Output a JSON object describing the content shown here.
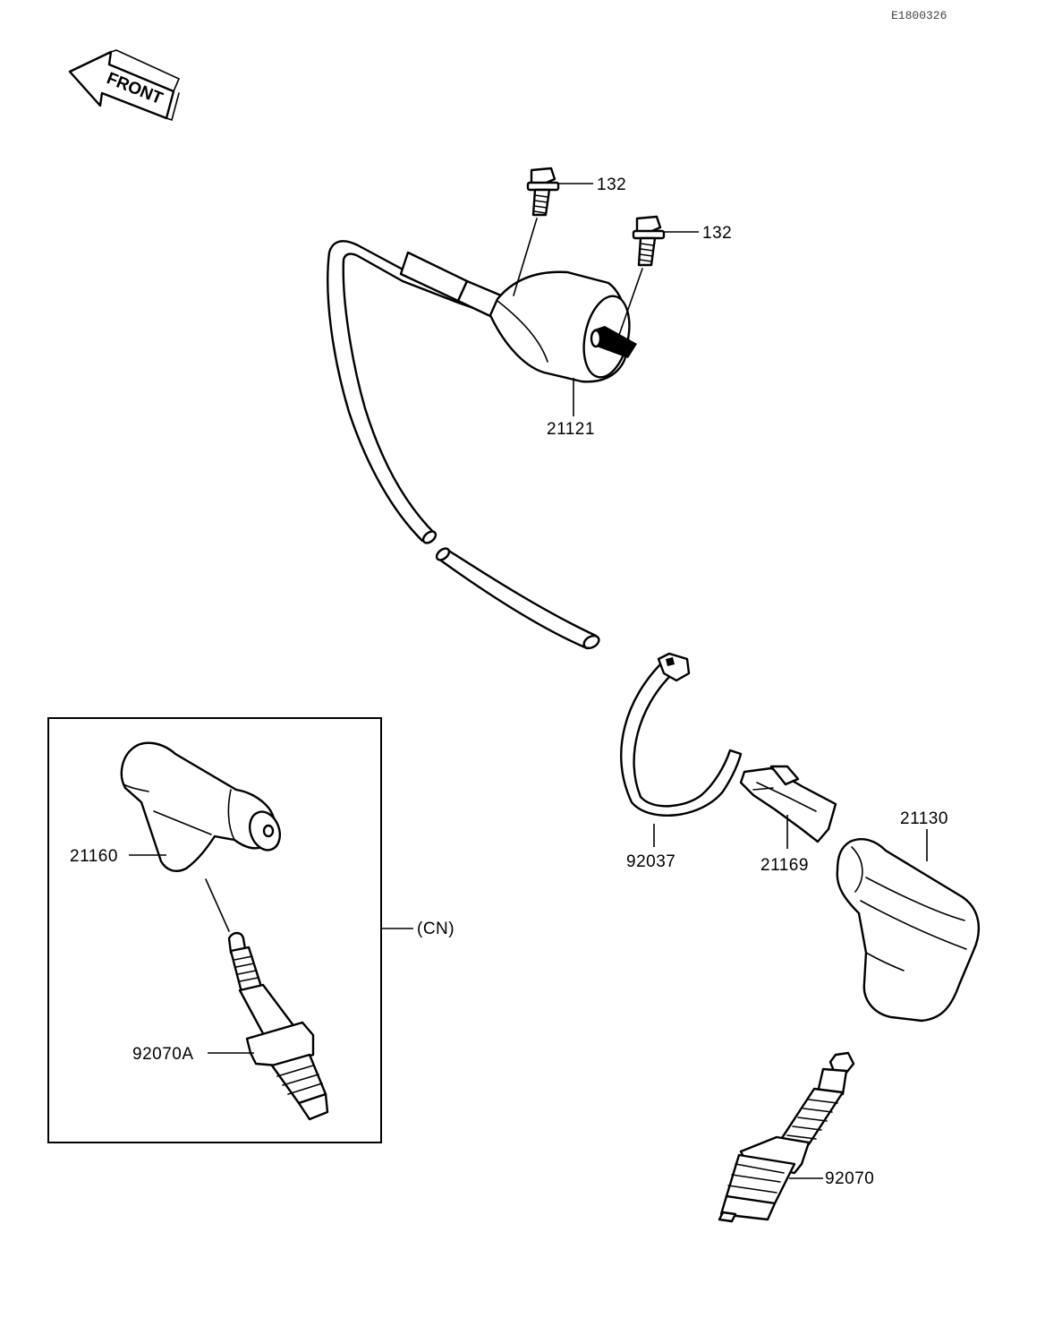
{
  "document_ref": "E1800326",
  "front_label": "FRONT",
  "variant_label": "(CN)",
  "parts": {
    "bolt_1": "132",
    "bolt_2": "132",
    "ignition_coil": "21121",
    "clamp": "92037",
    "clip": "21169",
    "plug_cap": "21130",
    "spark_plug": "92070",
    "plug_cap_cn": "21160",
    "spark_plug_cn": "92070A"
  }
}
